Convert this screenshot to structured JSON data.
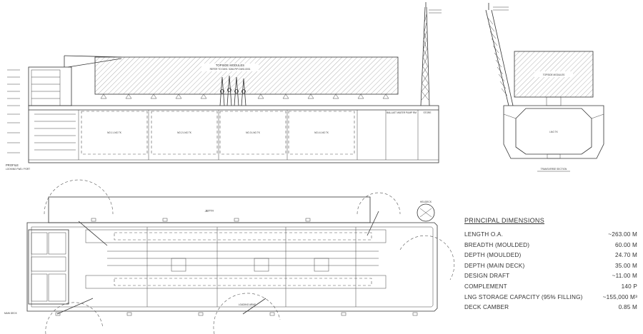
{
  "profile": {
    "topside_label": "TOPSIDE MODULES",
    "topside_ref": "REFER TO DWG. 5246-PIP-DWG-0001",
    "tank_labels": [
      "NO.1 LNG TK",
      "NO.2 LNG TK",
      "NO.3 LNG TK",
      "NO.4 LNG TK"
    ],
    "ballast_label": "BALLAST WATER PUMP RM",
    "store_label": "STORE",
    "view_label": "PROFILE",
    "view_sublabel": "LOOKING FWD / PORT"
  },
  "section": {
    "module_label": "TOPSIDE MODULES",
    "tank_label": "LNG TK",
    "view_label": "TRANSVERSE SECTION"
  },
  "plan": {
    "jetty_label": "JETTY",
    "deck_label": "MAIN DECK",
    "loading_label": "LOADING ARMS",
    "helideck_label": "HELIDECK"
  },
  "dimensions": {
    "title": "PRINCIPAL DIMENSIONS",
    "rows": [
      {
        "label": "LENGTH O.A.",
        "value": "~263.00 M"
      },
      {
        "label": "BREADTH (MOULDED)",
        "value": "60.00 M"
      },
      {
        "label": "DEPTH (MOULDED)",
        "value": "24.70 M"
      },
      {
        "label": "DEPTH (MAIN DECK)",
        "value": "35.00 M"
      },
      {
        "label": "DESIGN DRAFT",
        "value": "~11.00 M"
      },
      {
        "label": "COMPLEMENT",
        "value": "140 P"
      },
      {
        "label": "LNG STORAGE CAPACITY (95% FILLING)",
        "value": "~155,000 M³"
      },
      {
        "label": "DECK CAMBER",
        "value": "0.85 M"
      }
    ]
  }
}
